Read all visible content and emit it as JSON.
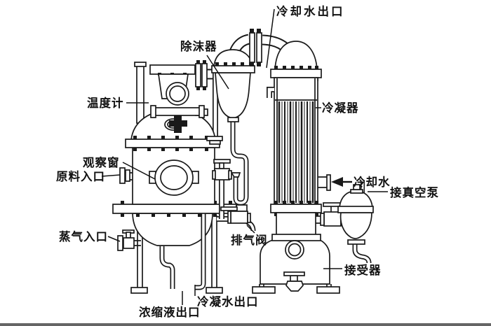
{
  "diagram": {
    "labels": {
      "cooling_water_outlet": "冷却水出口",
      "demister": "除沫器",
      "thermometer": "温度计",
      "condenser": "冷凝器",
      "observation_window": "观察窗",
      "raw_material_inlet": "原料入口",
      "cooling_water": "冷却水",
      "to_vacuum_pump": "接真空泵",
      "steam_inlet": "蒸气入口",
      "exhaust_valve": "排气阀",
      "receiver": "接受器",
      "condensate_water_outlet": "冷凝水出口",
      "concentrated_liquid_outlet": "浓缩液出口"
    },
    "colors": {
      "line": "#1a1a1a",
      "background": "#ffffff",
      "text": "#111111"
    }
  }
}
